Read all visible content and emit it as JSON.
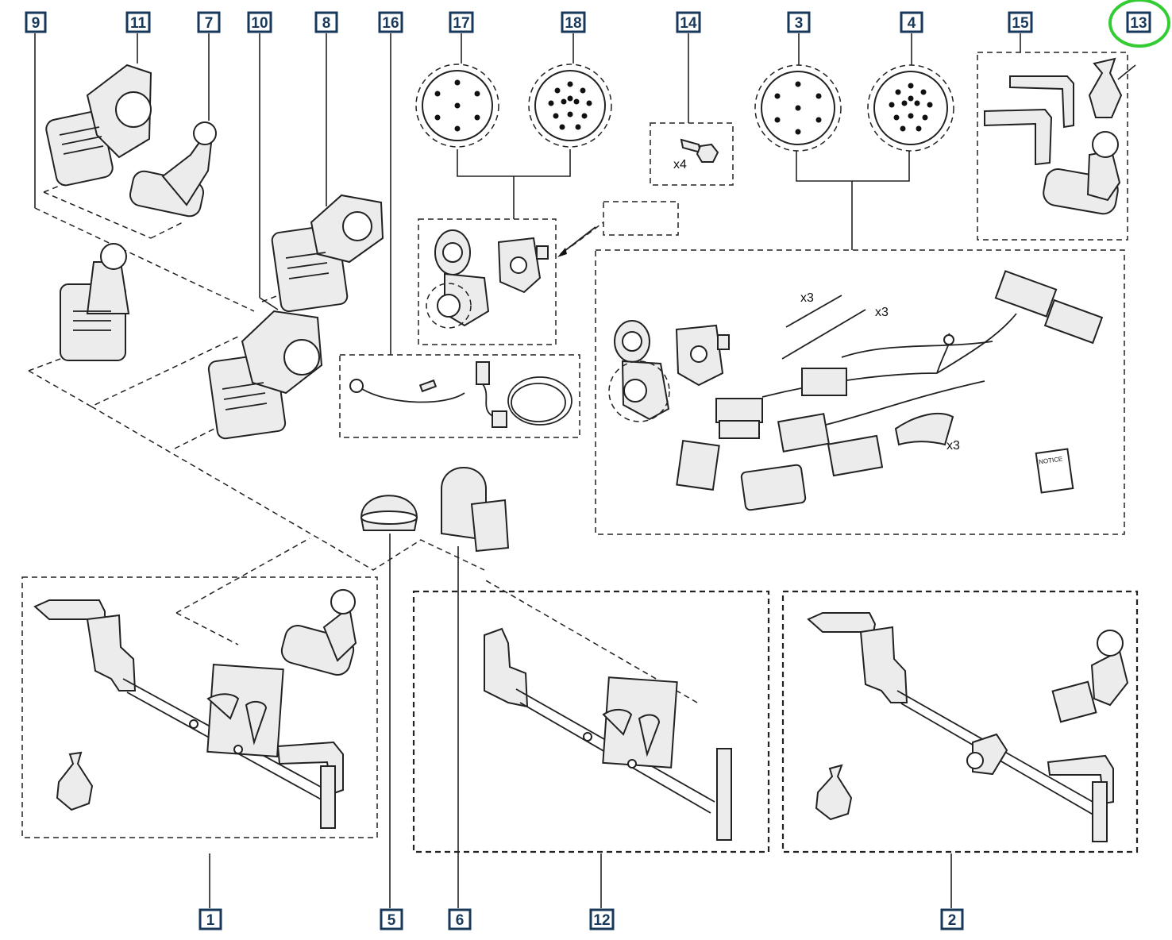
{
  "callouts": {
    "c1": "1",
    "c2": "2",
    "c3": "3",
    "c4": "4",
    "c5": "5",
    "c6": "6",
    "c7": "7",
    "c8": "8",
    "c9": "9",
    "c10": "10",
    "c11": "11",
    "c12": "12",
    "c13": "13",
    "c14": "14",
    "c15": "15",
    "c16": "16",
    "c17": "17",
    "c18": "18"
  },
  "quantities": {
    "bolts": "x4",
    "pins_a": "x3",
    "pins_b": "x3",
    "pads": "x3"
  },
  "manual_label": "NOTICE",
  "highlight": {
    "callout": "13",
    "color": "#33cc33"
  },
  "colors": {
    "callout_border": "#17385a",
    "line": "#222222"
  }
}
